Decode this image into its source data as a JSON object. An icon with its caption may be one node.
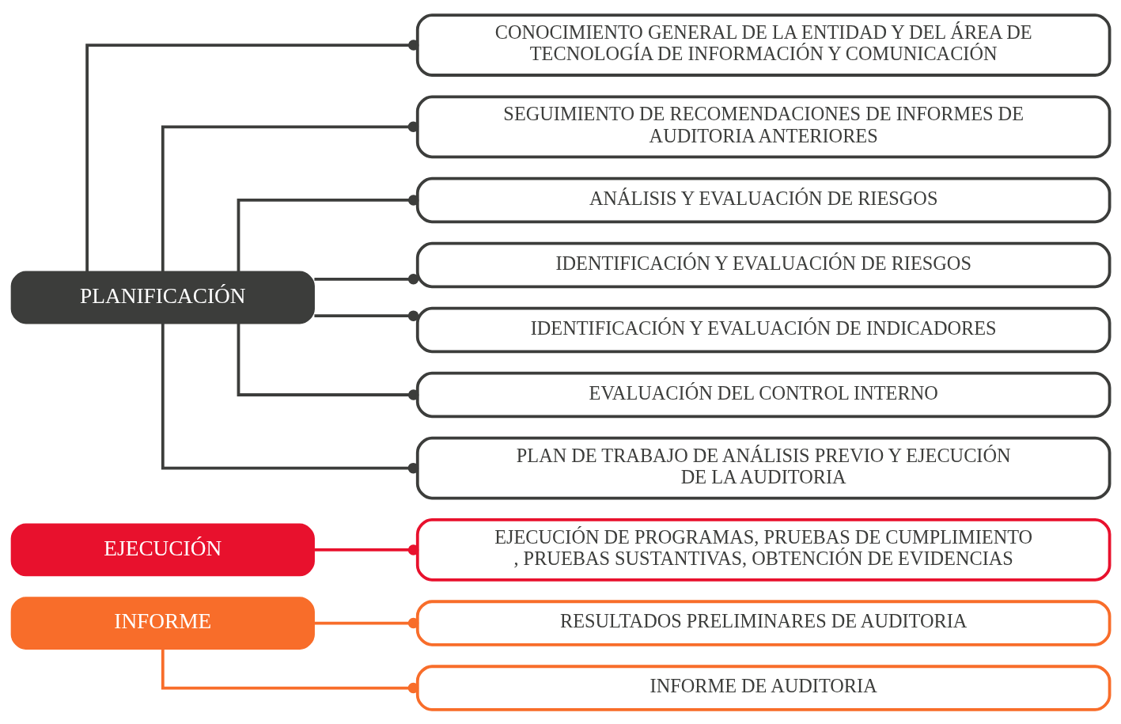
{
  "diagram": {
    "nodes": [
      {
        "text": [
          "PLANIFICACIÓN"
        ]
      },
      {
        "text": [
          "CONOCIMIENTO GENERAL DE LA ENTIDAD Y DEL ÁREA DE TECNOLOGÍA DE INFORMACIÓN Y COMUNICACIÓN"
        ]
      },
      {
        "text": [
          "SEGUIMIENTO DE RECOMENDACIONES DE INFORMES DE AUDITORIA ANTERIORES"
        ]
      },
      {
        "text": [
          "ANÁLISIS Y EVALUACIÓN DE RIESGOS"
        ]
      },
      {
        "text": [
          "IDENTIFICACIÓN Y EVALUACIÓN DE RIESGOS"
        ]
      },
      {
        "text": [
          "IDENTIFICACIÓN Y EVALUACIÓN DE INDICADORES"
        ]
      },
      {
        "text": [
          "EVALUACIÓN DEL CONTROL INTERNO"
        ]
      },
      {
        "text": [
          "PLAN DE TRABAJO DE ANÁLISIS PREVIO Y EJECUCIÓN DE LA AUDITORIA"
        ]
      },
      {
        "text": [
          "EJECUCIÓN"
        ]
      },
      {
        "text": [
          "EJECUCIÓN DE PROGRAMAS, PRUEBAS DE CUMPLIMIENTO , PRUEBAS SUSTANTIVAS, OBTENCIÓN DE EVIDENCIAS"
        ]
      },
      {
        "text": [
          "INFORME"
        ]
      },
      {
        "text": [
          "RESULTADOS PRELIMINARES DE AUDITORIA"
        ]
      },
      {
        "text": [
          "INFORME DE AUDITORIA"
        ]
      }
    ],
    "edges": [
      {
        "from": 0,
        "to": 1,
        "arrow": "other"
      },
      {
        "from": 0,
        "to": 2,
        "arrow": "other"
      },
      {
        "from": 0,
        "to": 3,
        "arrow": "other"
      },
      {
        "from": 0,
        "to": 4,
        "arrow": "other"
      },
      {
        "from": 0,
        "to": 5,
        "arrow": "other"
      },
      {
        "from": 0,
        "to": 6,
        "arrow": "other"
      },
      {
        "from": 0,
        "to": 7,
        "arrow": "other"
      },
      {
        "from": 8,
        "to": 9,
        "arrow": "other",
        "color": "#e8112d"
      },
      {
        "from": 10,
        "to": 11,
        "arrow": "other",
        "color": "#f86d2a"
      },
      {
        "from": 10,
        "to": 12,
        "arrow": "other",
        "color": "#f86d2a"
      }
    ]
  }
}
